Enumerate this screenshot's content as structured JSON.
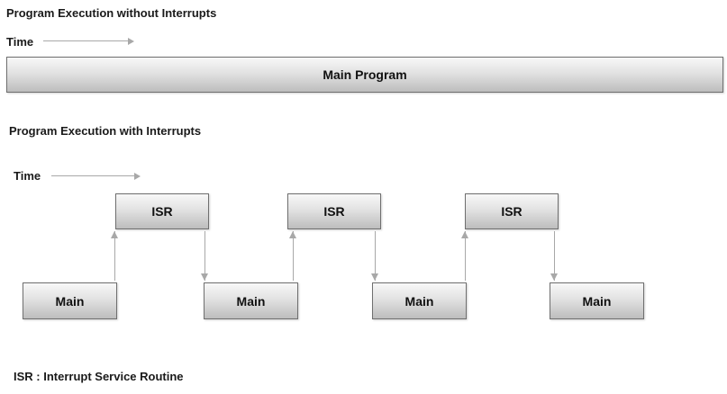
{
  "section1": {
    "title": "Program Execution without Interrupts",
    "time_label": "Time",
    "box_label": "Main Program"
  },
  "section2": {
    "title": "Program Execution with Interrupts",
    "time_label": "Time",
    "isr_labels": [
      "ISR",
      "ISR",
      "ISR"
    ],
    "main_labels": [
      "Main",
      "Main",
      "Main",
      "Main"
    ]
  },
  "footnote": "ISR : Interrupt Service Routine",
  "colors": {
    "background": "#ffffff",
    "box_gradient_top": "#f8f8f8",
    "box_gradient_bottom": "#bdbdbd",
    "box_border": "#6f6f6f",
    "arrow": "#a8a8a8",
    "text": "#1a1a1a"
  }
}
